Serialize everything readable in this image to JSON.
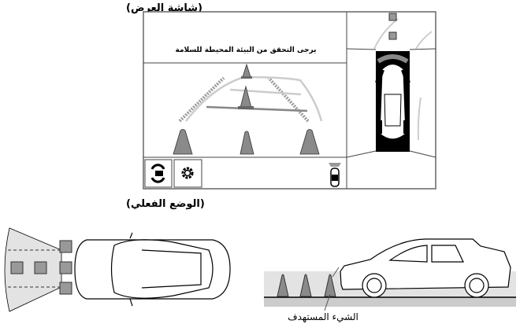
{
  "labels": {
    "display_screen": "(شاشة العرض)",
    "actual_situation": "(الوضع الفعلي)",
    "target_object": "الشيء المستهدف"
  },
  "screen": {
    "message": "يرجى التحقق من البيئة المحيطة للسلامة",
    "buttons": [
      {
        "icon": "camera-switch-icon"
      },
      {
        "icon": "gear-icon"
      }
    ]
  },
  "colors": {
    "cone": "#8a8a8a",
    "guide_line": "#bdbdbd",
    "area_fill": "#e3e3e3"
  }
}
